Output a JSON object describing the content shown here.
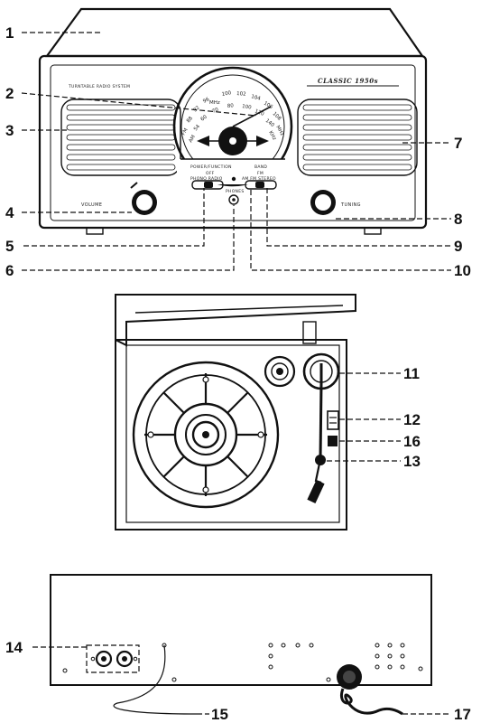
{
  "front": {
    "panel_title": "TURNTABLE RADIO SYSTEM",
    "brand": "CLASSIC 1950s",
    "volume_label": "VOLUME",
    "tuning_label": "TUNING",
    "function_label": "POWER/FUNCTION",
    "function_sub": "OFF",
    "function_opts": "PHONO RADIO",
    "phones_label": "PHONES",
    "band_label": "BAND",
    "band_sub": "FM",
    "band_opts": "AM FM STEREO",
    "fm_row": [
      "FM",
      "88",
      "92",
      "96",
      "100",
      "102",
      "104",
      "106",
      "108"
    ],
    "fm_unit": "MHz",
    "am_row": [
      "AM",
      "54",
      "60",
      "70",
      "80",
      "100",
      "120",
      "140",
      "160"
    ],
    "am_unit": "KHz"
  },
  "callouts": [
    "1",
    "2",
    "3",
    "4",
    "5",
    "6",
    "7",
    "8",
    "9",
    "10",
    "11",
    "12",
    "16",
    "13",
    "14",
    "15",
    "17"
  ]
}
